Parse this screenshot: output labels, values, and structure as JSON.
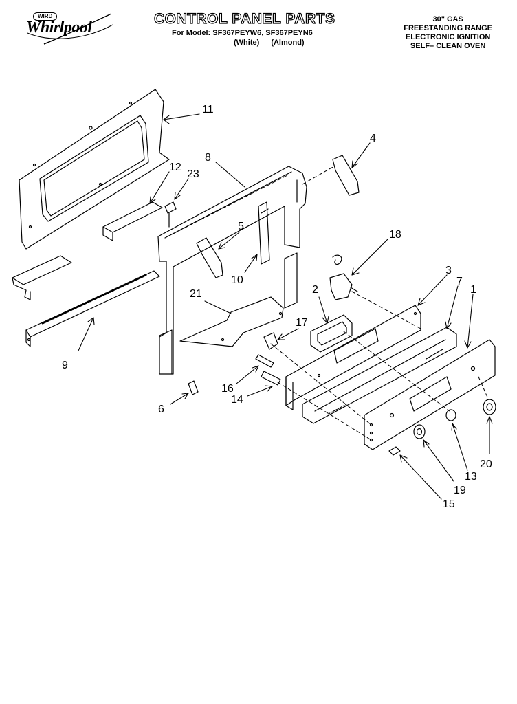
{
  "brand": {
    "badge": "WIRD",
    "name": "Whirlpool"
  },
  "header": {
    "title": "CONTROL PANEL PARTS",
    "model_line": "For Model: SF367PEYW6, SF367PEYN6",
    "variants": [
      "(White)",
      "(Almond)"
    ]
  },
  "description": [
    "30\" GAS",
    "FREESTANDING RANGE",
    "ELECTRONIC IGNITION",
    "SELF– CLEAN OVEN"
  ],
  "callouts": [
    "11",
    "12",
    "23",
    "8",
    "4",
    "5",
    "18",
    "10",
    "3",
    "7",
    "1",
    "2",
    "21",
    "17",
    "9",
    "16",
    "14",
    "6",
    "20",
    "13",
    "19",
    "15"
  ]
}
